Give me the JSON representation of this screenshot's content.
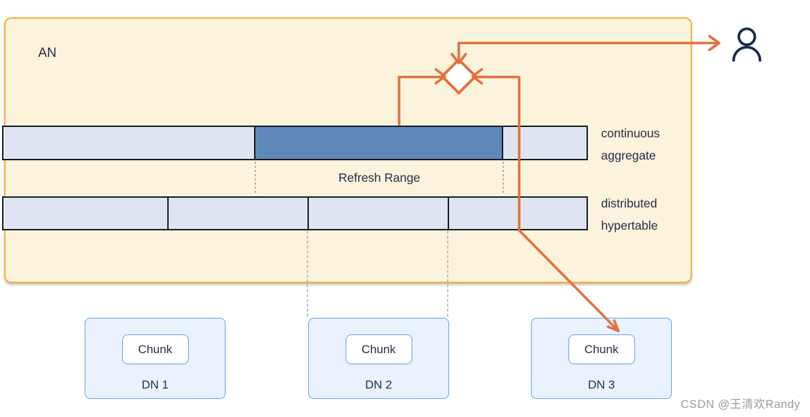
{
  "access_node": {
    "label": "AN"
  },
  "bars": {
    "continuous_aggregate": {
      "label_line1": "continuous",
      "label_line2": "aggregate",
      "segment_count": 3,
      "highlighted_segment_index": 1
    },
    "distributed_hypertable": {
      "label_line1": "distributed",
      "label_line2": "hypertable",
      "segment_count": 4
    }
  },
  "refresh_range": {
    "label": "Refresh Range"
  },
  "data_nodes": [
    {
      "name": "DN 1",
      "chunk_label": "Chunk"
    },
    {
      "name": "DN 2",
      "chunk_label": "Chunk"
    },
    {
      "name": "DN 3",
      "chunk_label": "Chunk"
    }
  ],
  "icons": {
    "user_icon": "user-icon",
    "merge_diamond_icon": "merge-diamond-icon"
  },
  "watermark": "CSDN @王清欢Randy",
  "colors": {
    "an_box_fill": "#FCF3DC",
    "an_box_border": "#F5B137",
    "arrow_orange": "#E2713D",
    "bar_light_fill": "#DFE5F0",
    "bar_highlight_fill": "#5E89B9",
    "bar_border": "#15181F",
    "dn_box_fill": "#E9F2FE",
    "dn_box_border": "#64A0F0",
    "text_navy": "#1F2B47",
    "watermark_gray": "#9C9C9C"
  }
}
